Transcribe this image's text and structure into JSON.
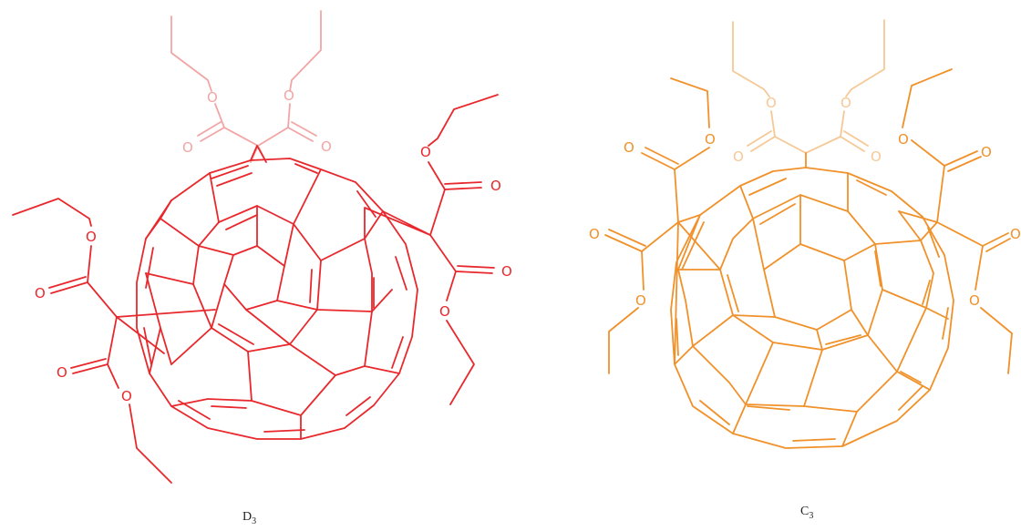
{
  "colors": {
    "d3": "#e8282c",
    "d3_faded": "#f2a5a5",
    "c3": "#f0912a",
    "c3_faded": "#f6c896",
    "caption": "#222222"
  },
  "atom_labels": {
    "oxygen": "O"
  },
  "captions": {
    "left_main": "D",
    "left_sub": "3",
    "right_main": "C",
    "right_sub": "3"
  }
}
